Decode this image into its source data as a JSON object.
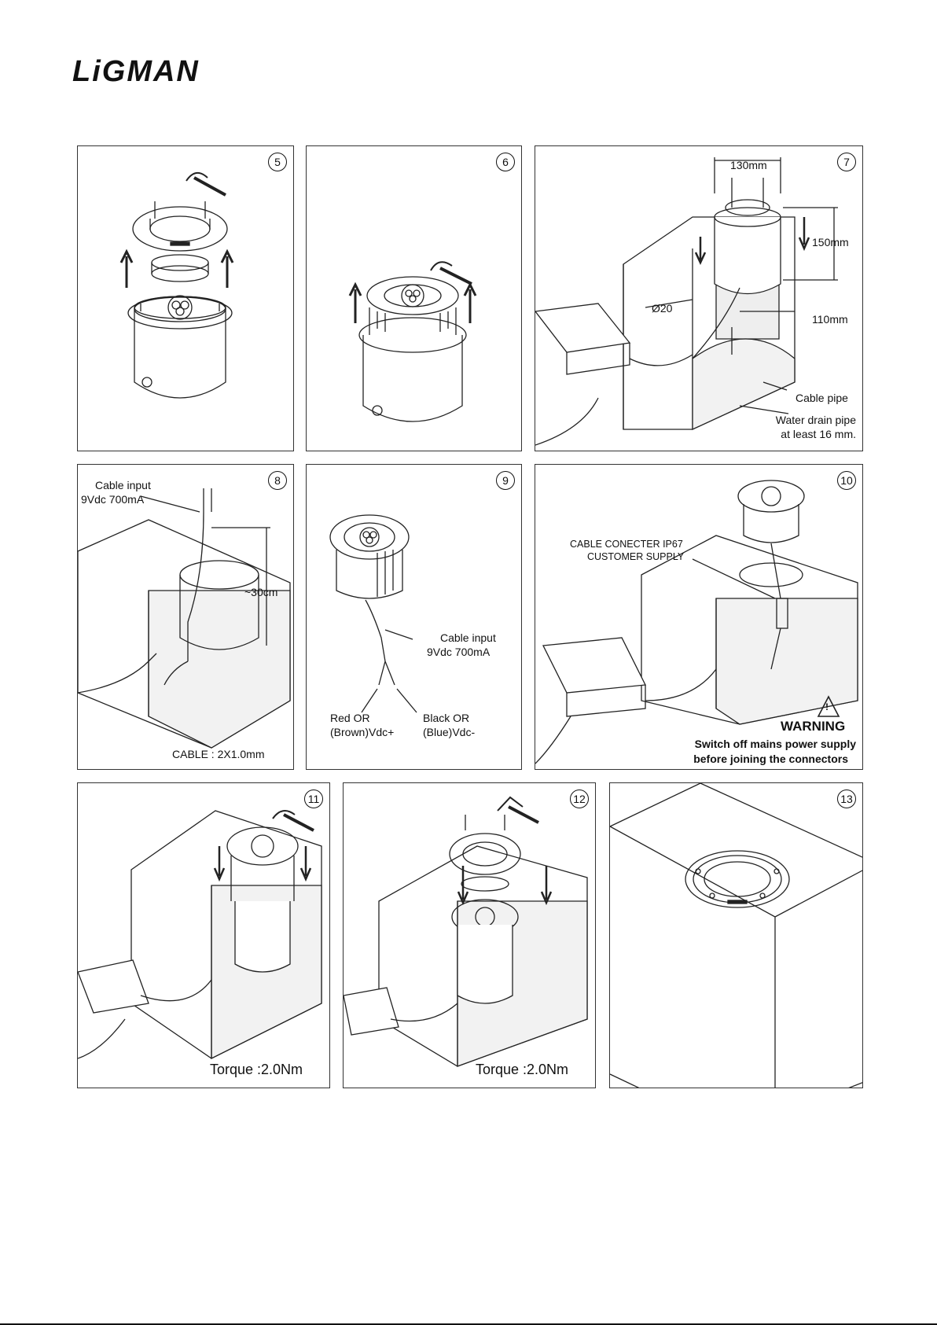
{
  "brand": "LiGMAN",
  "panels": {
    "p5": {
      "num": "5"
    },
    "p6": {
      "num": "6"
    },
    "p7": {
      "num": "7",
      "dim_width": "130mm",
      "dim_height": "150mm",
      "dim_hole": "Ø20",
      "dim_depth": "110mm",
      "cable_pipe": "Cable pipe",
      "drain_line1": "Water drain pipe",
      "drain_line2": "at least 16 mm."
    },
    "p8": {
      "num": "8",
      "cable_line1": "Cable input",
      "cable_line2": "9Vdc 700mA",
      "dim_len": "~30cm",
      "cable_spec": "CABLE : 2X1.0mm"
    },
    "p9": {
      "num": "9",
      "cable_line1": "Cable input",
      "cable_line2": "9Vdc 700mA",
      "red_line1": "Red OR",
      "red_line2": "(Brown)Vdc+",
      "black_line1": "Black OR",
      "black_line2": "(Blue)Vdc-"
    },
    "p10": {
      "num": "10",
      "conn_line1": "CABLE CONECTER IP67",
      "conn_line2": "CUSTOMER SUPPLY",
      "warn_symbol": "!",
      "warn_title": "WARNING",
      "warn_line1": "Switch off mains power supply",
      "warn_line2": "before joining the connectors"
    },
    "p11": {
      "num": "11",
      "torque": "Torque :2.0Nm"
    },
    "p12": {
      "num": "12",
      "torque": "Torque :2.0Nm"
    },
    "p13": {
      "num": "13"
    }
  }
}
